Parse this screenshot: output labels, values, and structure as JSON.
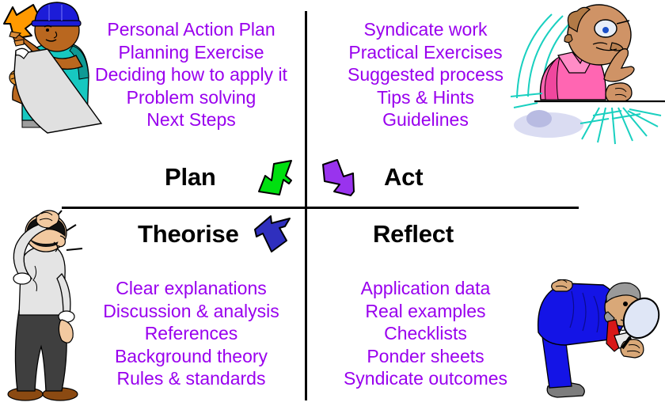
{
  "diagram": {
    "title": "Plan Act Reflect Theorise learning cycle",
    "colors": {
      "text_purple": "#9900ee",
      "label_black": "#000000",
      "arrow_plan_to_act": "#00e010",
      "arrow_act_to_reflect": "#9933ee",
      "arrow_theorise_to_plan": "#2f2fbe",
      "arrow_reflect_to_theorise": "#ff9900",
      "divider": "#000000",
      "motion_lines": "#19d0c0"
    }
  },
  "quadrants": {
    "plan": {
      "label": "Plan",
      "items": [
        "Personal Action Plan",
        "Planning Exercise",
        "Deciding how to apply it",
        "Problem solving",
        "Next Steps"
      ]
    },
    "act": {
      "label": "Act",
      "items": [
        "Syndicate work",
        "Practical Exercises",
        "Suggested process",
        "Tips & Hints",
        "Guidelines"
      ]
    },
    "theorise": {
      "label": "Theorise",
      "items": [
        "Clear explanations",
        "Discussion & analysis",
        "References",
        "Background theory",
        "Rules & standards"
      ]
    },
    "reflect": {
      "label": "Reflect",
      "items": [
        "Application data",
        "Real examples",
        "Checklists",
        "Ponder sheets",
        "Syndicate outcomes"
      ]
    }
  },
  "arrows": [
    {
      "name": "plan-to-act-arrow",
      "direction": "up-right",
      "color": "#00e010"
    },
    {
      "name": "act-to-reflect-arrow",
      "direction": "down-right",
      "color": "#9933ee"
    },
    {
      "name": "theorise-to-plan-arrow",
      "direction": "up-left",
      "color": "#2f2fbe"
    },
    {
      "name": "reflect-to-theorise-arrow",
      "direction": "down-left",
      "color": "#ff9900"
    }
  ],
  "figures": [
    {
      "name": "planner-with-blueprint-figure",
      "description": "Construction worker in blue hard hat holding a large plan sheet"
    },
    {
      "name": "presenter-gesturing-figure",
      "description": "Man in pink shirt with glasses gesturing, motion lines"
    },
    {
      "name": "thinker-scratching-head-figure",
      "description": "Man in white shirt and grey trousers scratching his head"
    },
    {
      "name": "inspector-with-magnifier-figure",
      "description": "Man in blue suit bending over with a magnifying glass"
    }
  ]
}
